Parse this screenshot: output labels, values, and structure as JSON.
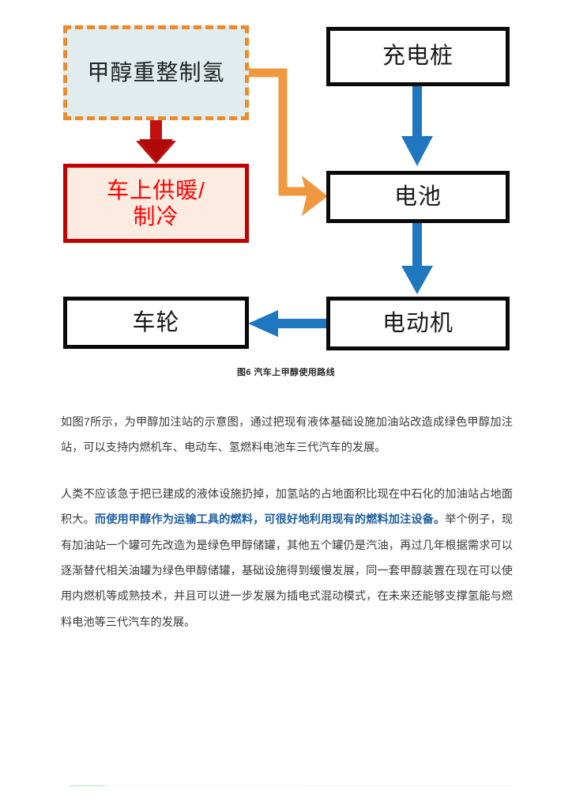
{
  "figure": {
    "caption": "图6 汽车上甲醇使用路线",
    "nodes": {
      "reform": "甲醇重整制氢",
      "charge": "充电桩",
      "hvac": "车上供暖/\n制冷",
      "hvac_line1": "车上供暖/",
      "hvac_line2": "制冷",
      "battery": "电池",
      "wheel": "车轮",
      "motor": "电动机"
    },
    "colors": {
      "dashed_border": "#ED8B2B",
      "dashed_fill": "#E1ECEF",
      "red_border": "#C20000",
      "red_fill": "#FCEBE0",
      "red_text": "#FF0000",
      "black_border": "#0A0A0A",
      "arrow_blue": "#1F77C0",
      "arrow_orange": "#F0983F",
      "arrow_darkred": "#C01010"
    },
    "arrows": [
      {
        "name": "reform-to-hvac",
        "color": "#C01010",
        "from": "甲醇重整制氢",
        "to": "车上供暖/制冷"
      },
      {
        "name": "reform-to-battery",
        "color": "#F0983F",
        "from": "甲醇重整制氢",
        "to": "电池"
      },
      {
        "name": "charge-to-battery",
        "color": "#1F77C0",
        "from": "充电桩",
        "to": "电池"
      },
      {
        "name": "battery-to-motor",
        "color": "#1F77C0",
        "from": "电池",
        "to": "电动机"
      },
      {
        "name": "motor-to-wheel",
        "color": "#1F77C0",
        "from": "电动机",
        "to": "车轮"
      }
    ]
  },
  "article": {
    "paragraph1": "如图7所示，为甲醇加注站的示意图，通过把现有液体基础设施加油站改造成绿色甲醇加注站，可以支持内燃机车、电动车、氢燃料电池车三代汽车的发展。",
    "paragraph2_part1": "人类不应该急于把已建成的液体设施扔掉，加氢站的占地面积比现在中石化的加油站占地面积大。",
    "paragraph2_highlight": "而使用甲醇作为运输工具的燃料，可很好地利用现有的燃料加注设备。",
    "paragraph2_part2": "举个例子，现有加油站一个罐可先改造为是绿色甲醇储罐，其他五个罐仍是汽油，再过几年根据需求可以逐渐替代相关油罐为绿色甲醇储罐，基础设施得到缓慢发展，同一套甲醇装置在现在可以使用内燃机等成熟技术，并且可以进一步发展为插电式混动模式，在未来还能够支撑氢能与燃料电池等三代汽车的发展。"
  }
}
